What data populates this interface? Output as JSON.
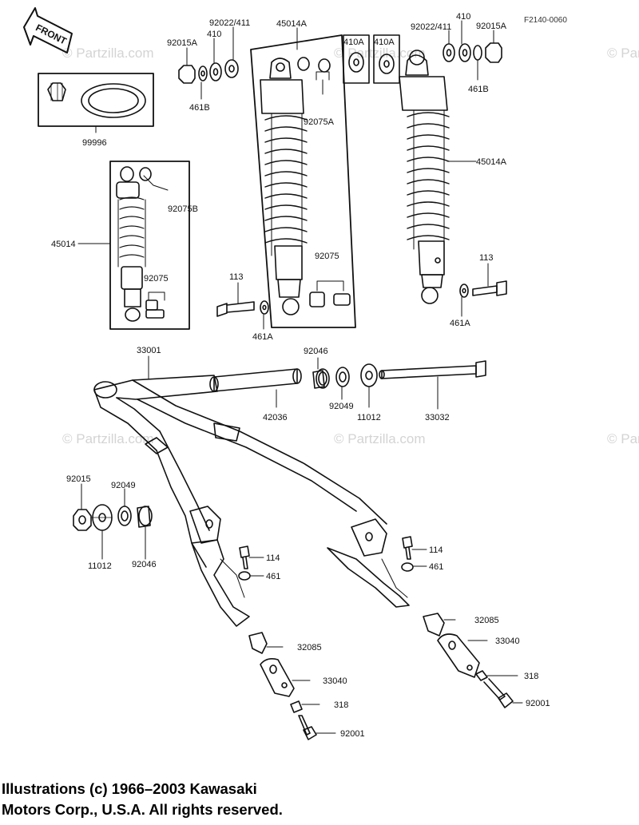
{
  "figure_id": "F2140-0060",
  "front_label": "FRONT",
  "watermark": "© Partzilla.com",
  "copyright": {
    "line1": "Illustrations (c) 1966–2003 Kawasaki",
    "line2": "Motors Corp., U.S.A.  All rights reserved."
  },
  "callouts": {
    "p99996": "99996",
    "p92015A_l": "92015A",
    "p410_l": "410",
    "p92022_l": "92022/411",
    "p461B_l": "461B",
    "p45014A_c": "45014A",
    "p92075A": "92075A",
    "p410A_1": "410A",
    "p410A_2": "410A",
    "p92022_r": "92022/411",
    "p410_r": "410",
    "p92015A_r": "92015A",
    "p461B_r": "461B",
    "p45014A_r": "45014A",
    "p92075B": "92075B",
    "p45014": "45014",
    "p92075_l": "92075",
    "p92075_c": "92075",
    "p113_l": "113",
    "p461A_l": "461A",
    "p113_r": "113",
    "p461A_r": "461A",
    "p33001": "33001",
    "p92046_t": "92046",
    "p42036": "42036",
    "p92049_t": "92049",
    "p11012_t": "11012",
    "p33032": "33032",
    "p92015": "92015",
    "p92049_l": "92049",
    "p11012_l": "11012",
    "p92046_l": "92046",
    "p114_l": "114",
    "p461_l": "461",
    "p114_r": "114",
    "p461_r": "461",
    "p32085_r": "32085",
    "p33040_r": "33040",
    "p318_r": "318",
    "p92001_r": "92001",
    "p32085_l": "32085",
    "p33040_l": "33040",
    "p318_l": "318",
    "p92001_l": "92001"
  }
}
